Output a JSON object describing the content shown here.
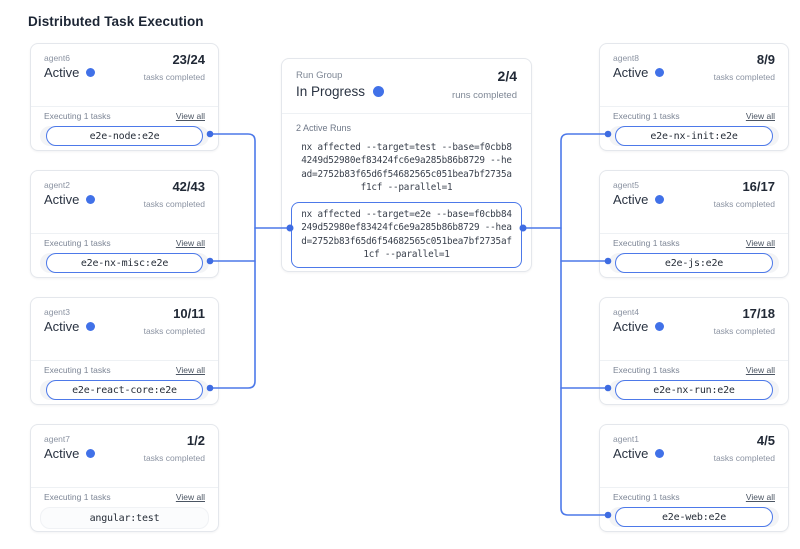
{
  "page": {
    "title": "Distributed Task Execution"
  },
  "colors": {
    "accent_blue": "#4d79e9",
    "dot_blue": "#3e6ce2",
    "card_border": "#e4e7ec",
    "text_dark": "#212936",
    "text_gray": "#8b93a2"
  },
  "run_group": {
    "label": "Run Group",
    "status": "In Progress",
    "status_dot": "blue-dot-icon",
    "completed": "2/4",
    "completed_label": "runs completed",
    "active_runs_label": "2 Active Runs",
    "commands": [
      {
        "text": "nx affected --target=test --base=f0cbb84249d52980ef83424fc6e9a285b86b8729 --head=2752b83f65d6f54682565c051bea7bf2735af1cf --parallel=1",
        "highlighted": false
      },
      {
        "text": "nx affected --target=e2e --base=f0cbb84249d52980ef83424fc6e9a285b86b8729 --head=2752b83f65d6f54682565c051bea7bf2735af1cf --parallel=1",
        "highlighted": true
      }
    ]
  },
  "agents": {
    "left": [
      {
        "name": "agent6",
        "status": "Active",
        "progress": "23/24",
        "progress_label": "tasks completed",
        "executing_label": "Executing 1 tasks",
        "view_all_label": "View all",
        "task": "e2e-node:e2e",
        "connected": true
      },
      {
        "name": "agent2",
        "status": "Active",
        "progress": "42/43",
        "progress_label": "tasks completed",
        "executing_label": "Executing 1 tasks",
        "view_all_label": "View all",
        "task": "e2e-nx-misc:e2e",
        "connected": true
      },
      {
        "name": "agent3",
        "status": "Active",
        "progress": "10/11",
        "progress_label": "tasks completed",
        "executing_label": "Executing 1 tasks",
        "view_all_label": "View all",
        "task": "e2e-react-core:e2e",
        "connected": true
      },
      {
        "name": "agent7",
        "status": "Active",
        "progress": "1/2",
        "progress_label": "tasks completed",
        "executing_label": "Executing 1 tasks",
        "view_all_label": "View all",
        "task": "angular:test",
        "connected": false
      }
    ],
    "right": [
      {
        "name": "agent8",
        "status": "Active",
        "progress": "8/9",
        "progress_label": "tasks completed",
        "executing_label": "Executing 1 tasks",
        "view_all_label": "View all",
        "task": "e2e-nx-init:e2e",
        "connected": true
      },
      {
        "name": "agent5",
        "status": "Active",
        "progress": "16/17",
        "progress_label": "tasks completed",
        "executing_label": "Executing 1 tasks",
        "view_all_label": "View all",
        "task": "e2e-js:e2e",
        "connected": true
      },
      {
        "name": "agent4",
        "status": "Active",
        "progress": "17/18",
        "progress_label": "tasks completed",
        "executing_label": "Executing 1 tasks",
        "view_all_label": "View all",
        "task": "e2e-nx-run:e2e",
        "connected": true
      },
      {
        "name": "agent1",
        "status": "Active",
        "progress": "4/5",
        "progress_label": "tasks completed",
        "executing_label": "Executing 1 tasks",
        "view_all_label": "View all",
        "task": "e2e-web:e2e",
        "connected": true
      }
    ]
  }
}
